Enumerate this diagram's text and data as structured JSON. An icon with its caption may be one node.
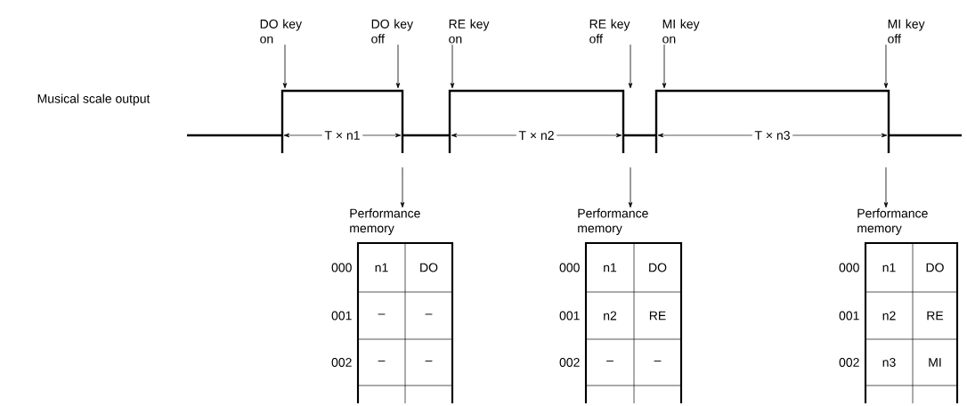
{
  "diagram": {
    "nodes": [
      {
        "text": [
          "DO key on"
        ]
      },
      {
        "text": [
          "DO key off"
        ]
      },
      {
        "text": [
          "RE key on"
        ]
      },
      {
        "text": [
          "RE key off"
        ]
      },
      {
        "text": [
          "MI key on"
        ]
      },
      {
        "text": [
          "MI key off"
        ]
      },
      {
        "text": [
          "Performance memory"
        ]
      },
      {
        "text": [
          "n1"
        ],
        "in": 6
      },
      {
        "text": [
          "DO"
        ],
        "in": 6
      },
      {
        "text": [
          "–"
        ],
        "in": 6
      },
      {
        "text": [
          "–"
        ],
        "in": 6
      },
      {
        "text": [
          "–"
        ],
        "in": 6
      },
      {
        "text": [
          "–"
        ],
        "in": 6
      },
      {
        "text": [
          "Performance memory"
        ]
      },
      {
        "text": [
          "n1"
        ],
        "in": 13
      },
      {
        "text": [
          "DO"
        ],
        "in": 13
      },
      {
        "text": [
          "n2"
        ],
        "in": 13
      },
      {
        "text": [
          "RE"
        ],
        "in": 13
      },
      {
        "text": [
          "–"
        ],
        "in": 13
      },
      {
        "text": [
          "–"
        ],
        "in": 13
      },
      {
        "text": [
          "Performance memory"
        ]
      },
      {
        "text": [
          "n1"
        ],
        "in": 20
      },
      {
        "text": [
          "DO"
        ],
        "in": 20
      },
      {
        "text": [
          "n2"
        ],
        "in": 20
      },
      {
        "text": [
          "RE"
        ],
        "in": 20
      },
      {
        "text": [
          "n3"
        ],
        "in": 20
      },
      {
        "text": [
          "MI"
        ],
        "in": 20
      },
      {
        "text": [],
        "shape": "picture"
      }
    ],
    "edges": [
      {
        "from": 0,
        "to": 27,
        "arrow": "to"
      },
      {
        "from": 1,
        "to": 27,
        "arrow": "to"
      },
      {
        "from": 2,
        "to": 27,
        "arrow": "to"
      },
      {
        "from": 3,
        "to": 27,
        "arrow": "to"
      },
      {
        "from": 4,
        "to": 27,
        "arrow": "to"
      },
      {
        "from": 5,
        "to": 27,
        "arrow": "to"
      },
      {
        "from": null,
        "to": 6,
        "arrow": "to"
      },
      {
        "from": null,
        "to": 13,
        "arrow": "to"
      },
      {
        "from": null,
        "to": 20,
        "arrow": "to"
      }
    ],
    "labels": [
      "Musical scale output",
      "T × n1",
      "T × n2",
      "T × n3",
      "000",
      "001",
      "002",
      "000",
      "001",
      "002",
      "000",
      "001",
      "002"
    ]
  }
}
